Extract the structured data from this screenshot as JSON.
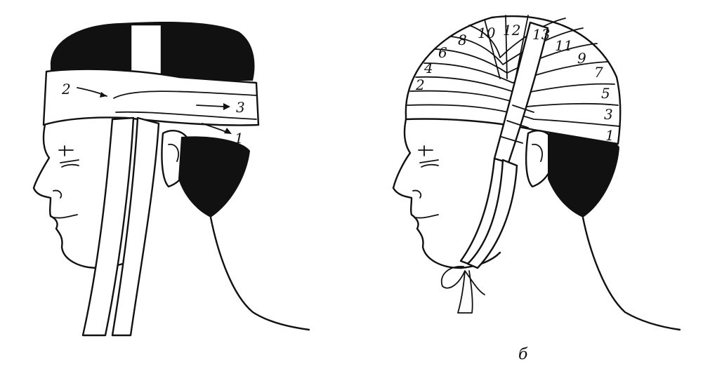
{
  "figure_b_caption": "б",
  "left_figure": {
    "turn_labels": [
      "1",
      "2",
      "3"
    ]
  },
  "right_figure": {
    "turn_labels": [
      "1",
      "2",
      "3",
      "4",
      "5",
      "6",
      "7",
      "8",
      "9",
      "10",
      "11",
      "12",
      "13"
    ]
  }
}
